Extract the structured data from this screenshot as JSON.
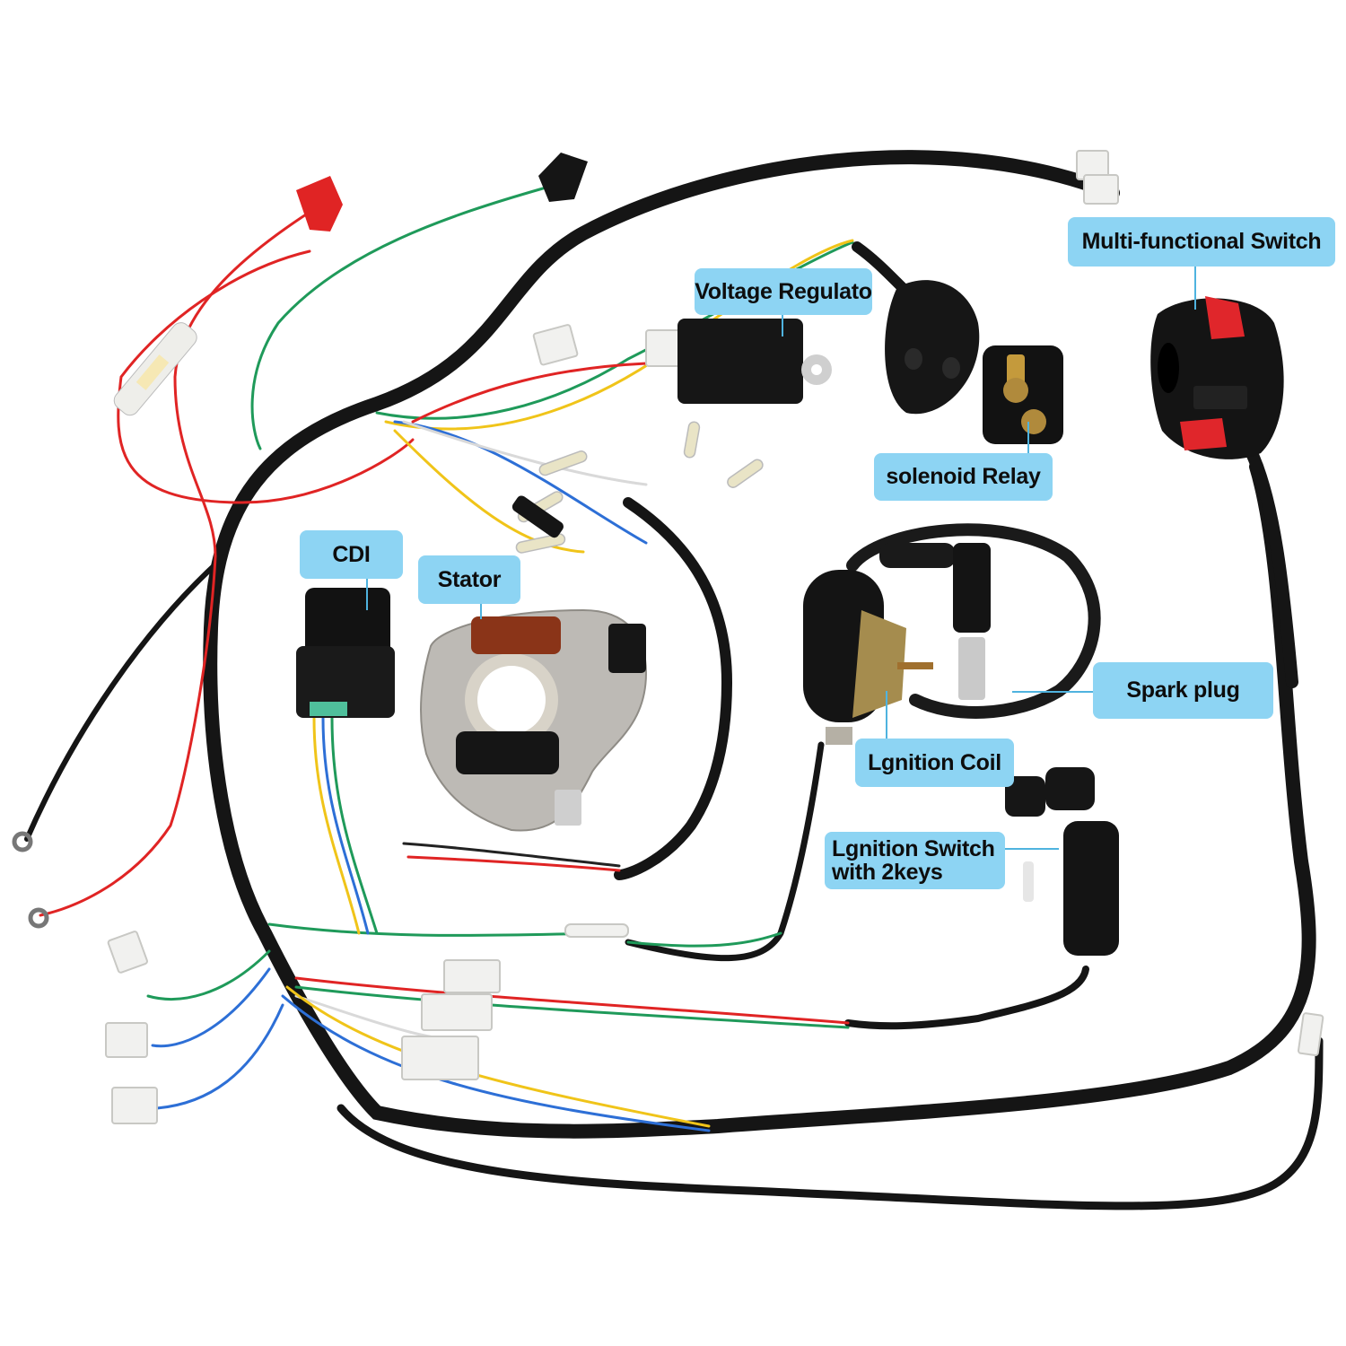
{
  "labels": {
    "voltage_regulator": "Voltage Regulato",
    "multi_functional_switch": "Multi-functional Switch",
    "solenoid_relay": "solenoid Relay",
    "cdi": "CDI",
    "stator": "Stator",
    "spark_plug": "Spark plug",
    "ignition_coil": "Lgnition Coil",
    "ignition_switch_line1": "Lgnition Switch",
    "ignition_switch_line2": "with 2keys"
  },
  "colors": {
    "label_bg": "#8dd4f3",
    "leader_line": "#4fb3df",
    "harness_black": "#151515",
    "wire_red": "#e02424",
    "wire_green": "#1f9a5a",
    "wire_yellow": "#f0c419",
    "wire_blue": "#2d6fd6",
    "wire_white": "#e8e8e8",
    "button_red": "#e0262b",
    "copper_coil": "#8a3418",
    "stator_metal": "#bdbab5"
  }
}
